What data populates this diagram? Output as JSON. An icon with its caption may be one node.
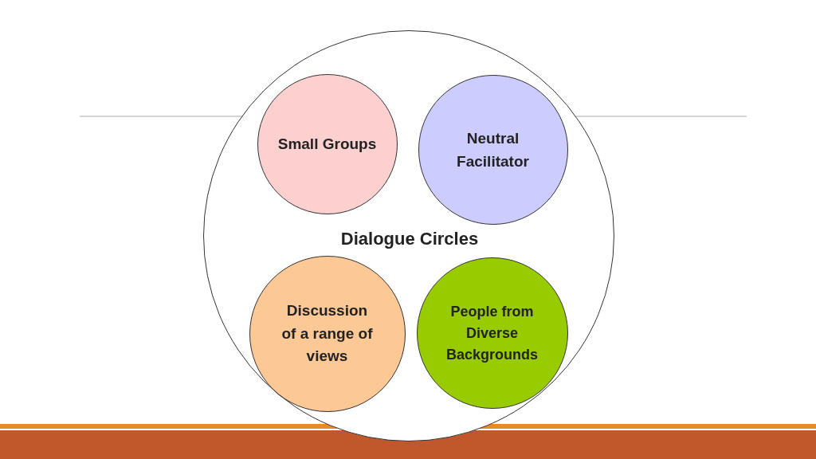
{
  "diagram": {
    "nodes": [
      {
        "text": [
          "Dialogue Circles"
        ]
      },
      {
        "text": [
          "Small Groups"
        ],
        "in": 0
      },
      {
        "text": [
          "Neutral Facilitator"
        ],
        "in": 0
      },
      {
        "text": [
          "Discussion of a range of views"
        ],
        "in": 0
      },
      {
        "text": [
          "People from Diverse Backgrounds"
        ],
        "in": 0
      }
    ]
  }
}
